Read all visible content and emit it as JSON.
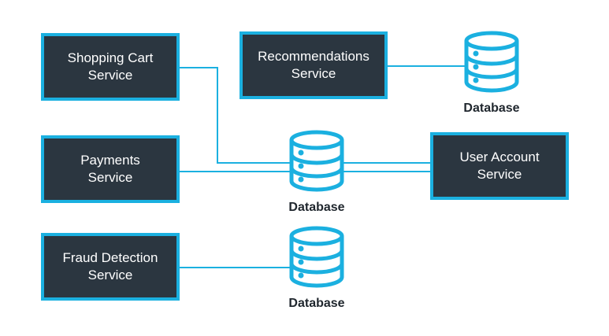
{
  "diagram": {
    "services": {
      "shopping_cart": [
        "Shopping Cart",
        "Service"
      ],
      "recommendations": [
        "Recommendations",
        "Service"
      ],
      "payments": [
        "Payments",
        "Service"
      ],
      "user_account": [
        "User Account",
        "Service"
      ],
      "fraud_detection": [
        "Fraud Detection",
        "Service"
      ]
    },
    "databases": {
      "recommendations_db": "Database",
      "shared_db": "Database",
      "fraud_db": "Database"
    }
  },
  "colors": {
    "box_fill": "#2b3640",
    "accent": "#1bb0e0",
    "label_text": "#1f262d"
  }
}
